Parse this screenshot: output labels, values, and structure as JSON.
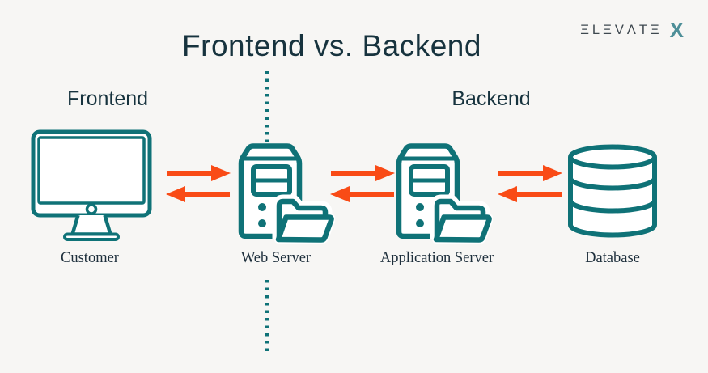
{
  "page": {
    "background": "#F7F6F4"
  },
  "colors": {
    "teal": "#0F7277",
    "orange": "#F94B16",
    "title": "#17333E",
    "label": "#1E2F3C",
    "logo-text": "#3E484F",
    "logo-x": "#4E8F98"
  },
  "header": {
    "title": "Frontend vs. Backend",
    "logo": {
      "brand": "ELEVATE X",
      "wordmark_display": "ΞLΞVΛTΞ",
      "x_mark": "X"
    }
  },
  "zones": {
    "frontend": "Frontend",
    "backend": "Backend"
  },
  "nodes": [
    {
      "label": "Customer"
    },
    {
      "label": "Web Server"
    },
    {
      "label": "Application Server"
    },
    {
      "label": "Database"
    }
  ]
}
